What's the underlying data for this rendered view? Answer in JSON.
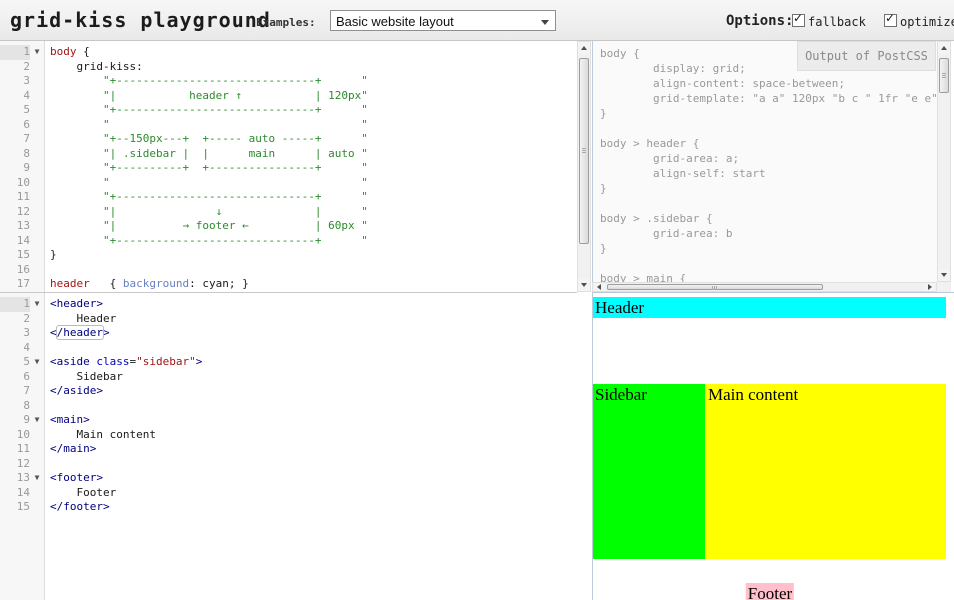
{
  "topbar": {
    "title": "grid-kiss playground",
    "examples_label": "Examples:",
    "examples_selected": "Basic website layout",
    "options_label": "Options:",
    "checkboxes": [
      {
        "label": "fallback",
        "checked": true
      },
      {
        "label": "optimize",
        "checked": true
      }
    ]
  },
  "css_editor": {
    "lines": [
      {
        "n": 1,
        "active": true,
        "fold": true,
        "tokens": [
          {
            "t": "body",
            "y": "sel"
          },
          {
            "t": " {",
            "y": "plain"
          }
        ]
      },
      {
        "n": 2,
        "tokens": [
          {
            "t": "    grid-kiss:",
            "y": "plain"
          }
        ]
      },
      {
        "n": 3,
        "tokens": [
          {
            "t": "        ",
            "y": "plain"
          },
          {
            "t": "\"+------------------------------+      \"",
            "y": "str"
          }
        ]
      },
      {
        "n": 4,
        "tokens": [
          {
            "t": "        ",
            "y": "plain"
          },
          {
            "t": "\"|           header ↑           | 120px\"",
            "y": "str"
          }
        ]
      },
      {
        "n": 5,
        "tokens": [
          {
            "t": "        ",
            "y": "plain"
          },
          {
            "t": "\"+------------------------------+      \"",
            "y": "str"
          }
        ]
      },
      {
        "n": 6,
        "tokens": [
          {
            "t": "        ",
            "y": "plain"
          },
          {
            "t": "\"                                      \"",
            "y": "str"
          }
        ]
      },
      {
        "n": 7,
        "tokens": [
          {
            "t": "        ",
            "y": "plain"
          },
          {
            "t": "\"+--150px---+  +----- auto -----+      \"",
            "y": "str"
          }
        ]
      },
      {
        "n": 8,
        "tokens": [
          {
            "t": "        ",
            "y": "plain"
          },
          {
            "t": "\"| .sidebar |  |      main      | auto \"",
            "y": "str"
          }
        ]
      },
      {
        "n": 9,
        "tokens": [
          {
            "t": "        ",
            "y": "plain"
          },
          {
            "t": "\"+----------+  +----------------+      \"",
            "y": "str"
          }
        ]
      },
      {
        "n": 10,
        "tokens": [
          {
            "t": "        ",
            "y": "plain"
          },
          {
            "t": "\"                                      \"",
            "y": "str"
          }
        ]
      },
      {
        "n": 11,
        "tokens": [
          {
            "t": "        ",
            "y": "plain"
          },
          {
            "t": "\"+------------------------------+      \"",
            "y": "str"
          }
        ]
      },
      {
        "n": 12,
        "tokens": [
          {
            "t": "        ",
            "y": "plain"
          },
          {
            "t": "\"|               ↓              |      \"",
            "y": "str"
          }
        ]
      },
      {
        "n": 13,
        "tokens": [
          {
            "t": "        ",
            "y": "plain"
          },
          {
            "t": "\"|          → footer ←          | 60px \"",
            "y": "str"
          }
        ]
      },
      {
        "n": 14,
        "tokens": [
          {
            "t": "        ",
            "y": "plain"
          },
          {
            "t": "\"+------------------------------+      \"",
            "y": "str"
          }
        ]
      },
      {
        "n": 15,
        "tokens": [
          {
            "t": "}",
            "y": "plain"
          }
        ]
      },
      {
        "n": 16,
        "tokens": []
      },
      {
        "n": 17,
        "tokens": [
          {
            "t": "header",
            "y": "sel"
          },
          {
            "t": "   { ",
            "y": "plain"
          },
          {
            "t": "background",
            "y": "prop"
          },
          {
            "t": ": cyan; }",
            "y": "plain"
          }
        ]
      }
    ]
  },
  "html_editor": {
    "lines": [
      {
        "n": 1,
        "active": true,
        "fold": true,
        "tokens": [
          {
            "t": "<header>",
            "y": "tag"
          }
        ]
      },
      {
        "n": 2,
        "tokens": [
          {
            "t": "    Header",
            "y": "plain"
          }
        ]
      },
      {
        "n": 3,
        "tokens": [
          {
            "t": "<",
            "y": "tag"
          },
          {
            "t": "/header",
            "y": "tagm"
          },
          {
            "t": ">",
            "y": "tag"
          }
        ]
      },
      {
        "n": 4,
        "tokens": []
      },
      {
        "n": 5,
        "fold": true,
        "tokens": [
          {
            "t": "<aside",
            "y": "tag"
          },
          {
            "t": " ",
            "y": "plain"
          },
          {
            "t": "class",
            "y": "attr"
          },
          {
            "t": "=",
            "y": "plain"
          },
          {
            "t": "\"sidebar\"",
            "y": "hstr"
          },
          {
            "t": ">",
            "y": "tag"
          }
        ]
      },
      {
        "n": 6,
        "tokens": [
          {
            "t": "    Sidebar",
            "y": "plain"
          }
        ]
      },
      {
        "n": 7,
        "tokens": [
          {
            "t": "</aside>",
            "y": "tag"
          }
        ]
      },
      {
        "n": 8,
        "tokens": []
      },
      {
        "n": 9,
        "fold": true,
        "tokens": [
          {
            "t": "<main>",
            "y": "tag"
          }
        ]
      },
      {
        "n": 10,
        "tokens": [
          {
            "t": "    Main content",
            "y": "plain"
          }
        ]
      },
      {
        "n": 11,
        "tokens": [
          {
            "t": "</main>",
            "y": "tag"
          }
        ]
      },
      {
        "n": 12,
        "tokens": []
      },
      {
        "n": 13,
        "fold": true,
        "tokens": [
          {
            "t": "<footer>",
            "y": "tag"
          }
        ]
      },
      {
        "n": 14,
        "tokens": [
          {
            "t": "    Footer",
            "y": "plain"
          }
        ]
      },
      {
        "n": 15,
        "tokens": [
          {
            "t": "</footer>",
            "y": "tag"
          }
        ]
      }
    ]
  },
  "output_panel": {
    "tab_label": "Output of PostCSS",
    "code": "body {\n        display: grid;\n        align-content: space-between;\n        grid-template: \"a a\" 120px \"b c \" 1fr \"e e\"\n}\n\nbody > header {\n        grid-area: a;\n        align-self: start\n}\n\nbody > .sidebar {\n        grid-area: b\n}\n\nbody > main {"
  },
  "preview": {
    "header": {
      "label": "Header",
      "bg": "#00ffff"
    },
    "sidebar": {
      "label": "Sidebar",
      "bg": "#00ff00"
    },
    "main": {
      "label": "Main content",
      "bg": "#ffff00"
    },
    "footer": {
      "label": "Footer",
      "bg": "#ffc0cb"
    }
  },
  "colors": {
    "topbar_bg": "#efefef",
    "selector_red": "#a31515",
    "string_green": "#2d8a2d",
    "tag_navy": "#000080",
    "property_blue": "#6680c0",
    "output_text_gray": "#999999"
  }
}
